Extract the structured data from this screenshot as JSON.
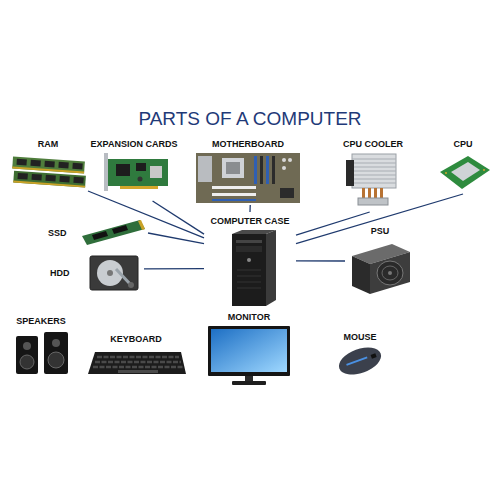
{
  "diagram": {
    "title": "PARTS OF A COMPUTER",
    "nodes": [
      {
        "text": [
          "RAM"
        ]
      },
      {
        "text": [
          "EXPANSION CARDS"
        ]
      },
      {
        "text": [
          "MOTHERBOARD"
        ]
      },
      {
        "text": [
          "CPU COOLER"
        ]
      },
      {
        "text": [
          "CPU"
        ]
      },
      {
        "text": [
          "SSD"
        ]
      },
      {
        "text": [
          "COMPUTER CASE"
        ]
      },
      {
        "text": [
          "PSU"
        ]
      },
      {
        "text": [
          "HDD"
        ]
      },
      {
        "text": [
          "SPEAKERS"
        ]
      },
      {
        "text": [
          "KEYBOARD"
        ]
      },
      {
        "text": [
          "MONITOR"
        ]
      },
      {
        "text": [
          "MOUSE"
        ]
      }
    ],
    "edges": [
      {
        "from": 6,
        "to": 0,
        "arrow": "none"
      },
      {
        "from": 6,
        "to": 1,
        "arrow": "none"
      },
      {
        "from": 6,
        "to": 2,
        "arrow": "none"
      },
      {
        "from": 6,
        "to": 3,
        "arrow": "none"
      },
      {
        "from": 6,
        "to": 4,
        "arrow": "none"
      },
      {
        "from": 6,
        "to": 5,
        "arrow": "none"
      },
      {
        "from": 6,
        "to": 7,
        "arrow": "none"
      },
      {
        "from": 6,
        "to": 8,
        "arrow": "none"
      }
    ]
  }
}
